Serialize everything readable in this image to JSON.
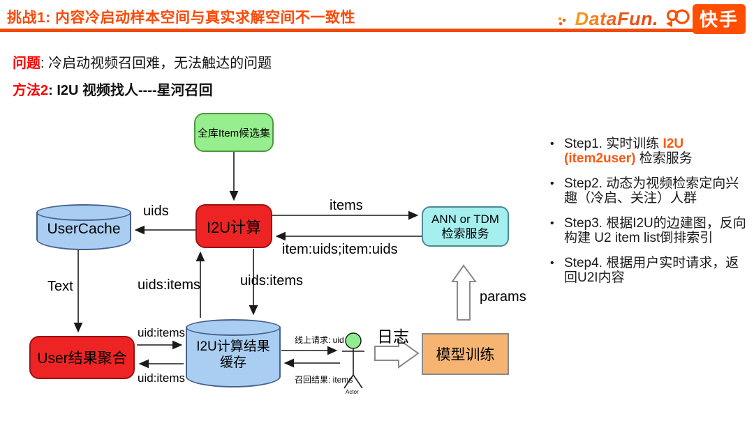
{
  "header": {
    "title": "挑战1: 内容冷启动样本空间与真实求解空间不一致性",
    "datafun_logo": "DataFun.",
    "kuaishou_logo": "快手"
  },
  "intro": {
    "problem_label": "问题",
    "problem_sep": ":  ",
    "problem_text": "冷启动视频召回难，无法触达的问题",
    "method_label": "方法2",
    "method_sep": ":   ",
    "method_text": "I2U 视频找人----星河召回"
  },
  "diagram": {
    "nodes": {
      "item_pool": "全库Item候选集",
      "user_cache": "UserCache",
      "i2u_compute": "I2U计算",
      "ann_line1": "ANN or TDM",
      "ann_line2": "检索服务",
      "user_agg": "User结果聚合",
      "i2u_cache_line1": "I2U计算结果",
      "i2u_cache_line2": "缓存",
      "model_training": "模型训练",
      "actor": "Actor"
    },
    "labels": {
      "uids": "uids",
      "items": "items",
      "item_uids": "item:uids;item:uids",
      "uids_items_left": "uids:items",
      "uids_items_right": "uids:items",
      "text_link": "Text",
      "uid_items_top": "uid:items",
      "uid_items_bottom": "uid:items",
      "online_request": "线上请求: uid",
      "recall_result": "召回结果: items",
      "log": "日志",
      "params": "params"
    }
  },
  "steps": [
    {
      "parts": [
        {
          "t": "Step1. 实时训练 ",
          "hl": false
        },
        {
          "t": "I2U (item2user)",
          "hl": true
        },
        {
          "t": "  检索服务",
          "hl": false
        }
      ]
    },
    {
      "parts": [
        {
          "t": "Step2. 动态为视频检索定向兴趣（冷启、关注）人群",
          "hl": false
        }
      ]
    },
    {
      "parts": [
        {
          "t": "Step3. 根据I2U的边建图，反向构建 U2 item list倒排索引",
          "hl": false
        }
      ]
    },
    {
      "parts": [
        {
          "t": "Step4. 根据用户实时请求，返回U2I内容",
          "hl": false
        }
      ]
    }
  ],
  "colors": {
    "title-orange": "#fc4a08",
    "rule-orange": "#f24a0a",
    "ks-orange": "#ff4e00",
    "red-text": "#ff0000",
    "accent-orange": "#f85a12",
    "green-fill": "#97ee8e",
    "green-border": "#4d9a3f",
    "red-fill": "#ee2424",
    "red-border": "#9c1212",
    "cyan-fill": "#a5efef",
    "cyan-border": "#4b8a93",
    "cyl-fill": "#a9cef1",
    "cyl-border": "#48618c",
    "orange-fill": "#f6b473",
    "actor-head": "#90ee90"
  }
}
